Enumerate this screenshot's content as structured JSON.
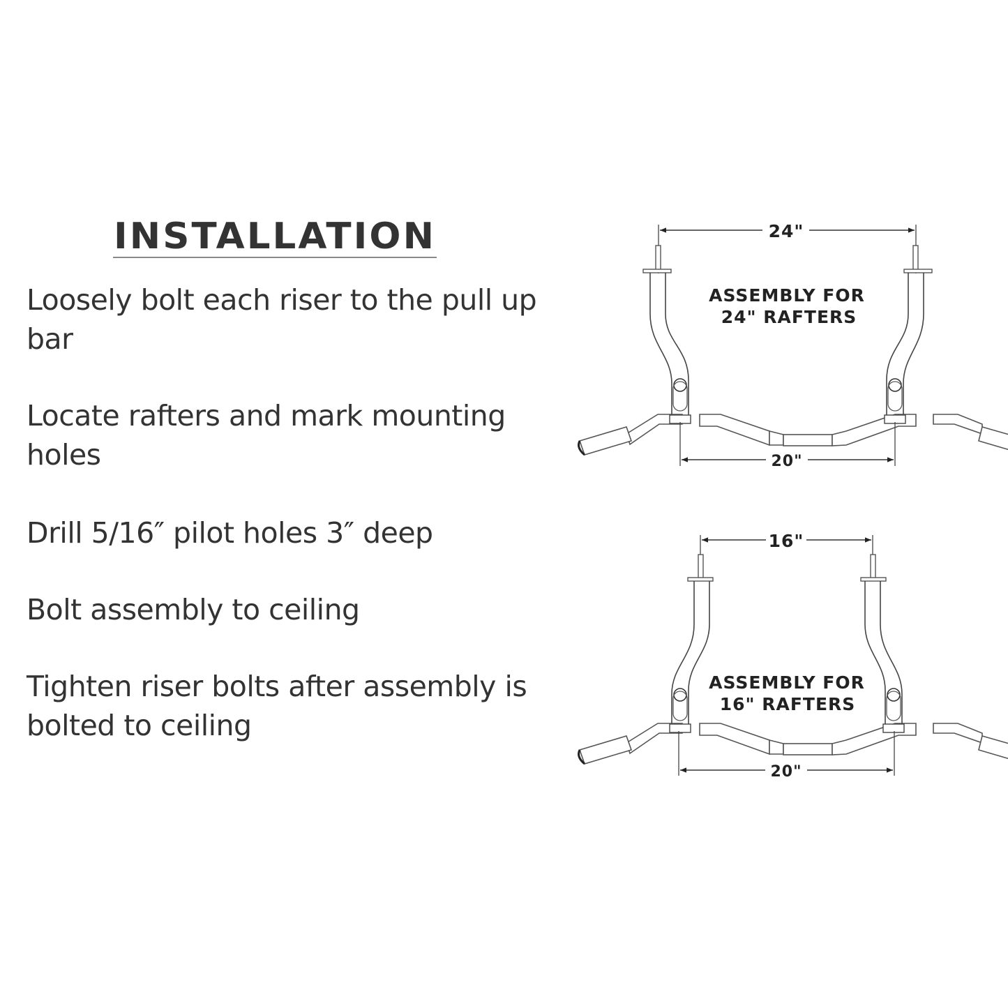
{
  "page": {
    "title": "INSTALLATION",
    "steps": [
      {
        "text": "Loosely bolt each riser to the pull up bar"
      },
      {
        "text": "Locate rafters and mark mounting holes"
      },
      {
        "text": "Drill 5/16″ pilot holes 3″ deep"
      },
      {
        "text": "Bolt assembly to ceiling"
      },
      {
        "text": "Tighten riser bolts after assembly is bolted to ceiling"
      }
    ]
  },
  "diagrams": [
    {
      "name": "assembly-24",
      "top_dimension": "24\"",
      "bottom_dimension": "20\"",
      "label_line1": "ASSEMBLY FOR",
      "label_line2": "24\" RAFTERS"
    },
    {
      "name": "assembly-16",
      "top_dimension": "16\"",
      "bottom_dimension": "20\"",
      "label_line1": "ASSEMBLY FOR",
      "label_line2": "16\" RAFTERS"
    }
  ],
  "colors": {
    "text": "#333333",
    "line": "#444444",
    "rule": "#8a8a8a"
  }
}
